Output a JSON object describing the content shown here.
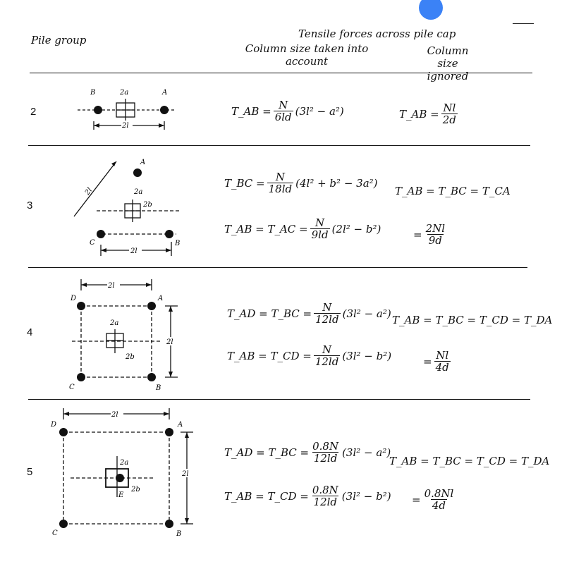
{
  "header": {
    "pile_group": "Pile group",
    "tensile_title": "Tensile forces across pile cap",
    "col_taken": "Column size taken into account",
    "col_ignored": "Column size ignored"
  },
  "rows": [
    {
      "num": "2",
      "labels": {
        "p1": "B",
        "p2": "A",
        "a": "2a",
        "l": "2l"
      },
      "taken": [
        {
          "lhs": "T_AB =",
          "num": "N",
          "den": "6ld",
          "rhs": "(3l² − a²)"
        }
      ],
      "ignored": {
        "lhs": "T_AB =",
        "num": "Nl",
        "den": "2d"
      }
    },
    {
      "num": "3",
      "labels": {
        "a": "2a",
        "b": "2b",
        "l": "2l",
        "l_side": "2l",
        "A": "A",
        "B": "B",
        "C": "C"
      },
      "taken": [
        {
          "lhs": "T_BC =",
          "num": "N",
          "den": "18ld",
          "rhs": "(4l² + b² − 3a²)"
        },
        {
          "lhs": "T_AB = T_AC =",
          "num": "N",
          "den": "9ld",
          "rhs": "(2l² − b²)"
        }
      ],
      "ignored_top": "T_AB = T_BC = T_CA",
      "ignored": {
        "lhs": "=",
        "num": "2Nl",
        "den": "9d"
      }
    },
    {
      "num": "4",
      "labels": {
        "a": "2a",
        "b": "2b",
        "l_top": "2l",
        "l_side": "2l",
        "A": "A",
        "B": "B",
        "C": "C",
        "D": "D"
      },
      "taken": [
        {
          "lhs": "T_AD = T_BC =",
          "num": "N",
          "den": "12ld",
          "rhs": "(3l² − a²)"
        },
        {
          "lhs": "T_AB = T_CD =",
          "num": "N",
          "den": "12ld",
          "rhs": "(3l² − b²)"
        }
      ],
      "ignored_top": "T_AB = T_BC = T_CD = T_DA",
      "ignored": {
        "lhs": "=",
        "num": "Nl",
        "den": "4d"
      }
    },
    {
      "num": "5",
      "labels": {
        "a": "2a",
        "b": "2b",
        "l_top": "2l",
        "l_side": "2l",
        "A": "A",
        "B": "B",
        "C": "C",
        "D": "D",
        "E": "E"
      },
      "taken": [
        {
          "lhs": "T_AD = T_BC =",
          "num": "0.8N",
          "den": "12ld",
          "rhs": "(3l² − a²)"
        },
        {
          "lhs": "T_AB = T_CD =",
          "num": "0.8N",
          "den": "12ld",
          "rhs": "(3l² − b²)"
        }
      ],
      "ignored_top": "T_AB = T_BC = T_CD = T_DA",
      "ignored": {
        "lhs": "=",
        "num": "0.8Nl",
        "den": "4d"
      }
    }
  ]
}
